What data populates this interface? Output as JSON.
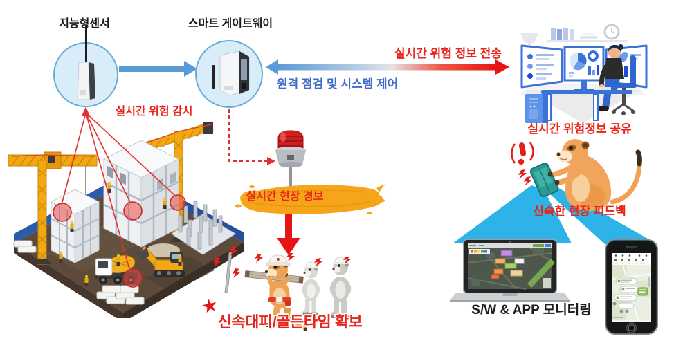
{
  "labels": {
    "sensor": "지능형센서",
    "gateway": "스마트 게이트웨이",
    "transmit": "실시간 위험 정보 전송",
    "remote": "원격 점검 및 시스템 제어",
    "monitor": "실시간 위험 감시",
    "alarm_banner": "실시간 현장 경보",
    "share": "실시간 위험정보 공유",
    "feedback": "신속한 현장 피드백",
    "evac_star": "★",
    "evacuation": "신속대피/골든타임 확보",
    "sw_app": "S/W & APP 모니터링"
  },
  "colors": {
    "red_accent": "#e8251a",
    "blue_text": "#3f6bc9",
    "arrow_blue": "#5b9bd5",
    "banner_yellow": "#f6a51b",
    "circle_fill": "#d9edf9",
    "circle_border": "#66abd8",
    "platform_brown": "#5d4a3b",
    "wall_blue": "#2a5caa",
    "crane_yellow": "#f3a712",
    "beam_cyan": "#2eb3e8"
  },
  "icons": {
    "sensor_device": "intelligent-sensor-device",
    "gateway_device": "smart-gateway-device",
    "alarm_beacon": "warning-beacon-light",
    "control_room": "control-room-operator",
    "construction_site": "construction-site-isometric",
    "meerkat_phone": "meerkat-with-smartphone",
    "meerkat_workers": "meerkat-workers-evacuating",
    "laptop": "laptop-map-monitoring",
    "smartphone": "smartphone-alert-app"
  }
}
